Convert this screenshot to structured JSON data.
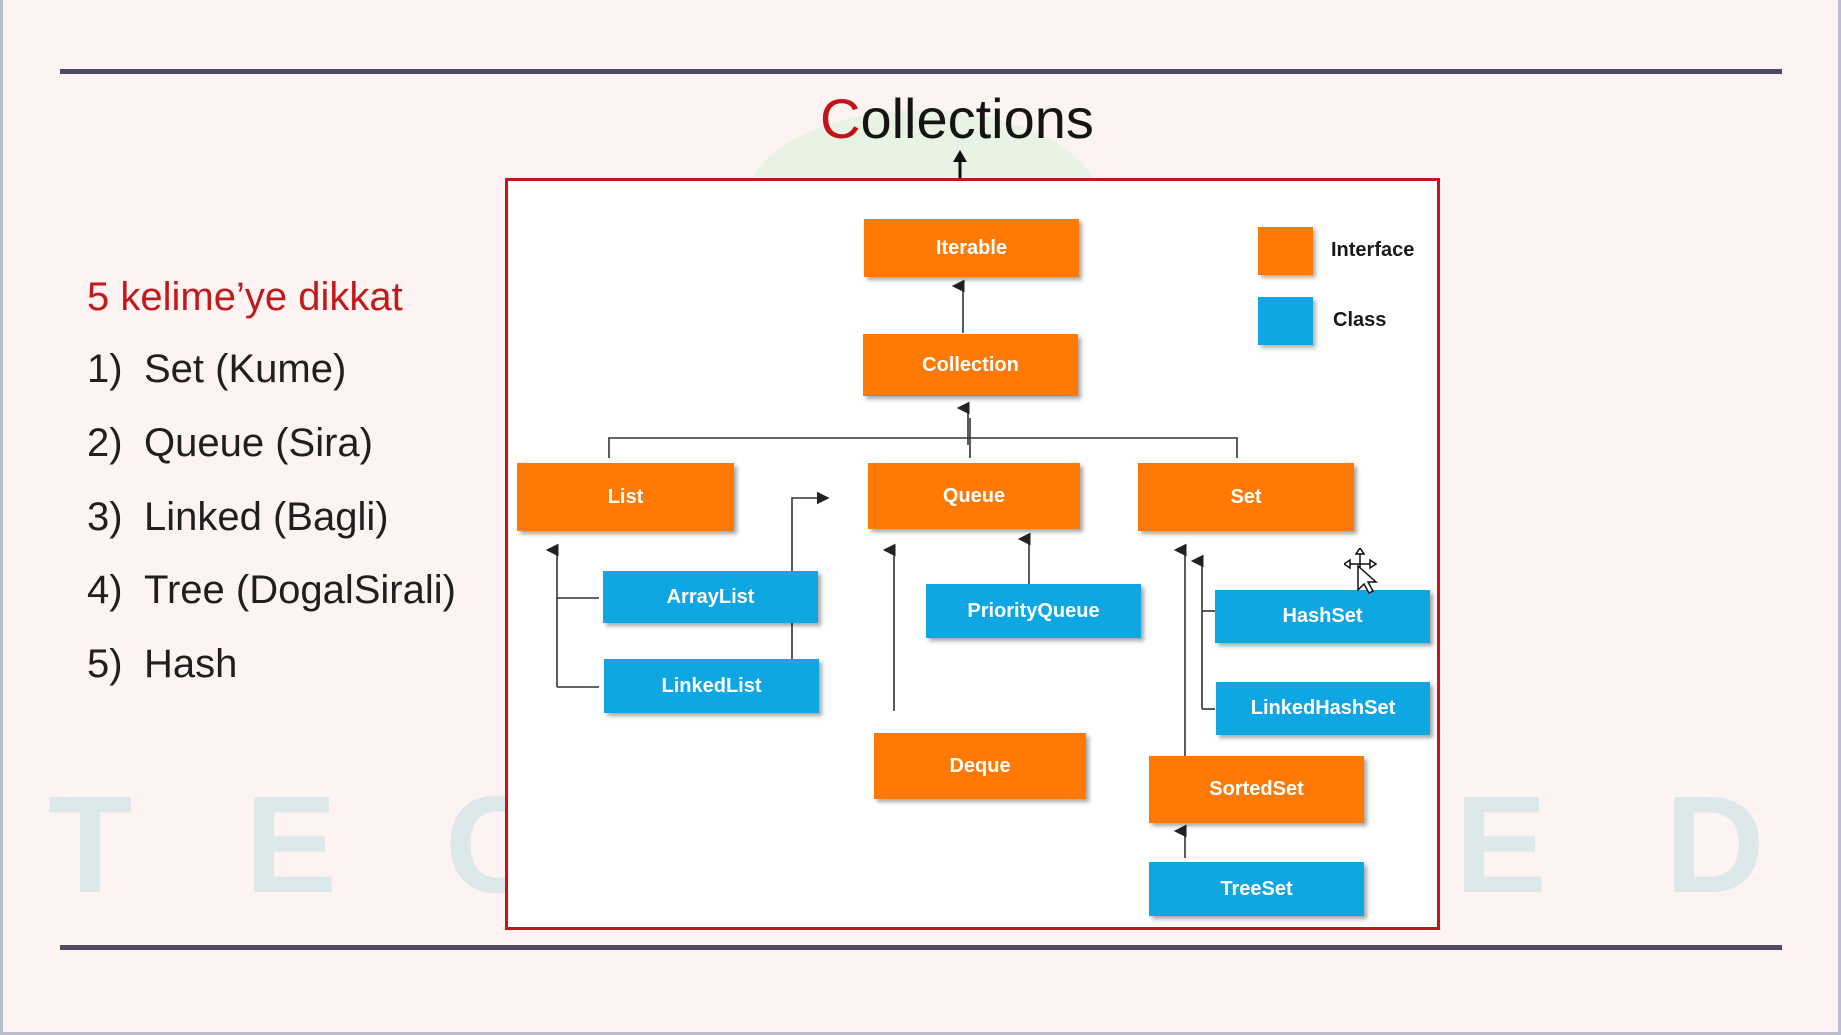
{
  "slide": {
    "title_first_letter": "C",
    "title_rest": "ollections",
    "watermark_letters": [
      "T",
      "E",
      "C",
      "E",
      "D"
    ],
    "list_heading": "5 kelime’ye  dikkat",
    "list_items": [
      {
        "num": "1)",
        "text": "Set (Kume)"
      },
      {
        "num": "2)",
        "text": "Queue  (Sira)"
      },
      {
        "num": "3)",
        "text": "Linked  (Bagli)"
      },
      {
        "num": "4)",
        "text": "Tree  (DogalSirali)"
      },
      {
        "num": "5)",
        "text": "Hash"
      }
    ]
  },
  "diagram": {
    "nodes": {
      "iterable": "Iterable",
      "collection": "Collection",
      "list": "List",
      "queue": "Queue",
      "set": "Set",
      "arraylist": "ArrayList",
      "linkedlist": "LinkedList",
      "priorityqueue": "PriorityQueue",
      "deque": "Deque",
      "hashset": "HashSet",
      "linkedhashset": "LinkedHashSet",
      "sortedset": "SortedSet",
      "treeset": "TreeSet"
    },
    "legend": {
      "interface_label": "Interface",
      "class_label": "Class"
    },
    "colors": {
      "interface": "#ff7a05",
      "class": "#0ea6e3",
      "frame": "#c8121e"
    }
  },
  "icons": [
    "up-arrow-icon",
    "move-cursor-icon"
  ]
}
